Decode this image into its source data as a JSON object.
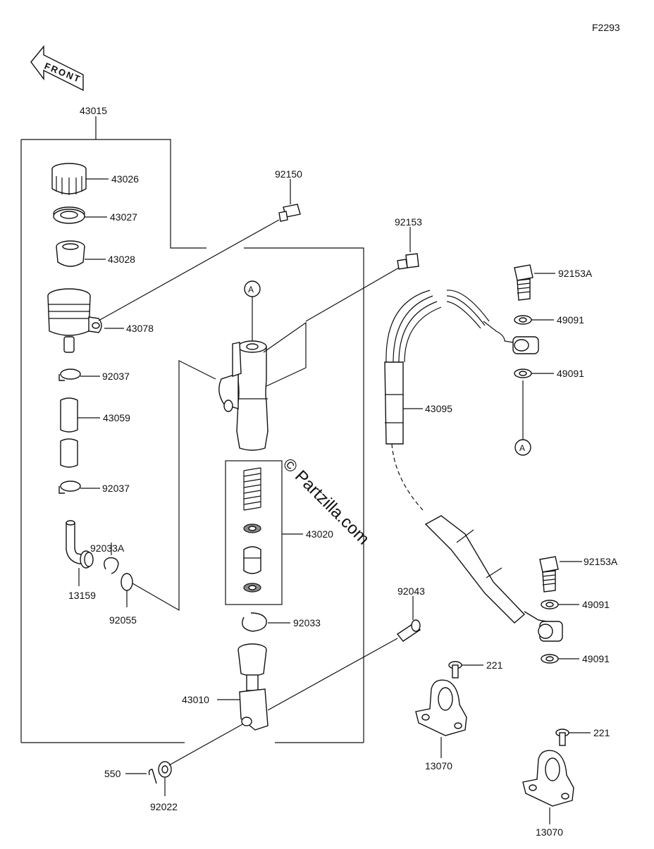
{
  "figure_code": "F2293",
  "front_label": "FRONT",
  "watermark": "© Partzilla.com",
  "ref_marker": "A",
  "parts": {
    "p43015": "43015",
    "p43026": "43026",
    "p43027": "43027",
    "p43028": "43028",
    "p43078": "43078",
    "p92037a": "92037",
    "p43059": "43059",
    "p92037b": "92037",
    "p92033A": "92033A",
    "p13159": "13159",
    "p92055": "92055",
    "p92150": "92150",
    "p92153": "92153",
    "p43020": "43020",
    "p92033": "92033",
    "p43010": "43010",
    "p92043": "92043",
    "p550": "550",
    "p92022": "92022",
    "p43095": "43095",
    "p92153A_a": "92153A",
    "p49091_a": "49091",
    "p49091_b": "49091",
    "p92153A_b": "92153A",
    "p49091_c": "49091",
    "p49091_d": "49091",
    "p221_a": "221",
    "p13070_a": "13070",
    "p221_b": "221",
    "p13070_b": "13070"
  }
}
